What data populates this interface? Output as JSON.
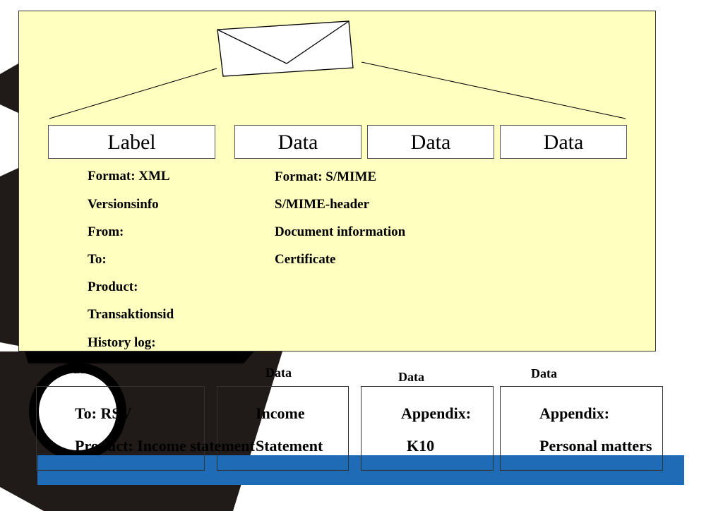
{
  "header": {
    "boxes": [
      "Label",
      "Data",
      "Data",
      "Data"
    ]
  },
  "label_fields": [
    "Format: XML",
    "Versionsinfo",
    "From:",
    "To:",
    "Product:",
    "Transaktionsid",
    "History log:"
  ],
  "data_fields": [
    "Format: S/MIME",
    "S/MIME-header",
    "Document information",
    "Certificate"
  ],
  "bottom": {
    "small_labels": [
      "Label",
      "Data",
      "Data",
      "Data"
    ],
    "box1": {
      "line1": "To: RSV",
      "line2": "Product: Income statement"
    },
    "box2": {
      "line1": "Income",
      "line2": "Statement"
    },
    "box3": {
      "line1": "Appendix:",
      "line2": "K10"
    },
    "box4": {
      "line1": "Appendix:",
      "line2": "Personal matters"
    }
  },
  "icons": {
    "envelope": "envelope-icon"
  },
  "colors": {
    "panel_bg": "#ffffc0",
    "blue_bar": "#1f6bb5",
    "dark_shapes": "#201a18"
  }
}
